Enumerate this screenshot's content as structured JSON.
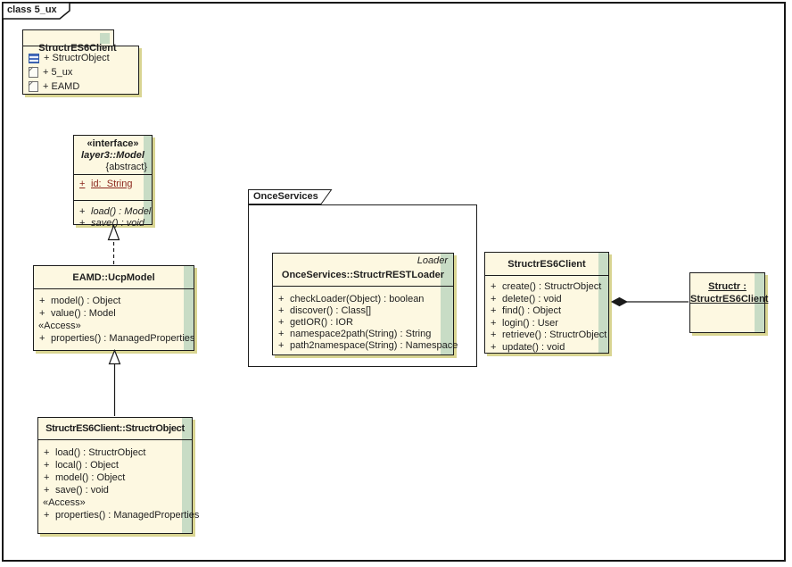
{
  "frame": {
    "label": "class 5_ux"
  },
  "colors": {
    "class_fill": "#FDF8E1",
    "strip_green": "#C8DCC5",
    "shadow_khaki": "#D9D592",
    "border": "#1C1C1C",
    "static_attribute_red": "#8C281E",
    "background": "#FFFFFF"
  },
  "package_top": {
    "name": "StructrES6Client",
    "items": [
      {
        "icon": "class-icon",
        "label": "+ StructrObject"
      },
      {
        "icon": "diagram-icon",
        "label": "+ 5_ux"
      },
      {
        "icon": "document-icon",
        "label": "+ EAMD"
      }
    ]
  },
  "interface_model": {
    "stereotype": "«interface»",
    "name": "layer3::Model",
    "modifier": "{abstract}",
    "attributes": [
      {
        "sign": "+",
        "text": "id:  String"
      }
    ],
    "operations": [
      {
        "sign": "+",
        "text": "load() : Model"
      },
      {
        "sign": "+",
        "text": "save() : void"
      }
    ]
  },
  "ucp_model": {
    "name": "EAMD::UcpModel",
    "operations": [
      {
        "sign": "+",
        "text": "model() : Object"
      },
      {
        "sign": "+",
        "text": "value() : Model"
      }
    ],
    "access_stereotype": "«Access»",
    "access_operations": [
      {
        "sign": "+",
        "text": "properties() : ManagedProperties"
      }
    ]
  },
  "structr_object": {
    "name": "StructrES6Client::StructrObject",
    "operations": [
      {
        "sign": "+",
        "text": "load() : StructrObject"
      },
      {
        "sign": "+",
        "text": "local() : Object"
      },
      {
        "sign": "+",
        "text": "model() : Object"
      },
      {
        "sign": "+",
        "text": "save() : void"
      }
    ],
    "access_stereotype": "«Access»",
    "access_operations": [
      {
        "sign": "+",
        "text": "properties() : ManagedProperties"
      }
    ]
  },
  "once_package": {
    "name": "OnceServices",
    "loader_class": {
      "stereotype": "Loader",
      "name": "OnceServices::StructrRESTLoader",
      "operations": [
        {
          "sign": "+",
          "text": "checkLoader(Object) : boolean"
        },
        {
          "sign": "+",
          "text": "discover() : Class[]"
        },
        {
          "sign": "+",
          "text": "getIOR() : IOR"
        },
        {
          "sign": "+",
          "text": "namespace2path(String) : String"
        },
        {
          "sign": "+",
          "text": "path2namespace(String) : Namespace"
        }
      ]
    }
  },
  "es6_client": {
    "name": "StructrES6Client",
    "operations": [
      {
        "sign": "+",
        "text": "create() : StructrObject"
      },
      {
        "sign": "+",
        "text": "delete() : void"
      },
      {
        "sign": "+",
        "text": "find() : Object"
      },
      {
        "sign": "+",
        "text": "login() : User"
      },
      {
        "sign": "+",
        "text": "retrieve() : StructrObject"
      },
      {
        "sign": "+",
        "text": "update() : void"
      }
    ]
  },
  "structr_instance": {
    "name_line1": "Structr :",
    "name_line2": "StructrES6Client"
  },
  "connectors": [
    {
      "type": "realization",
      "from": "EAMD::UcpModel",
      "to": "layer3::Model"
    },
    {
      "type": "generalization",
      "from": "StructrES6Client::StructrObject",
      "to": "EAMD::UcpModel"
    },
    {
      "type": "composition",
      "from": "StructrES6Client",
      "to": "Structr : StructrES6Client"
    }
  ]
}
